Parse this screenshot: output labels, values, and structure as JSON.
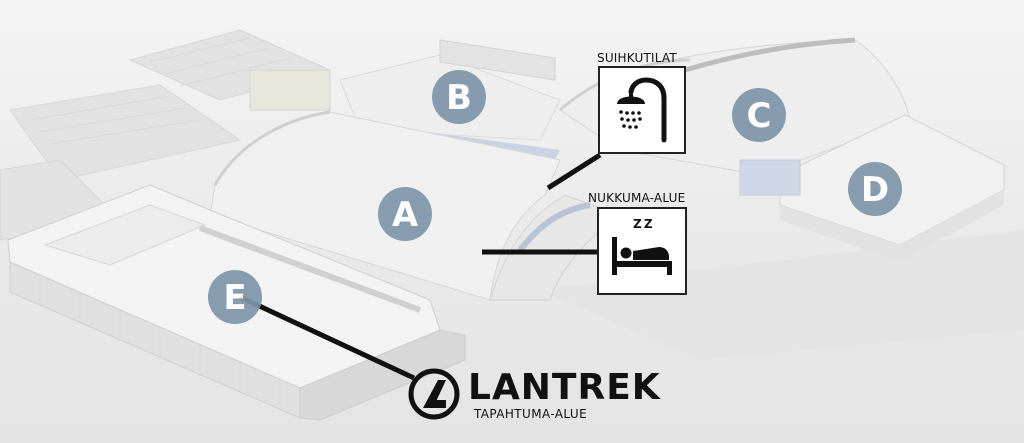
{
  "zones": [
    "A",
    "B",
    "C",
    "D",
    "E"
  ],
  "callouts": {
    "shower": {
      "label": "SUIHKUTILAT",
      "icon": "shower-icon"
    },
    "sleep": {
      "label": "NUKKUMA-ALUE",
      "icon": "bed-icon",
      "zzz": "Z Z"
    }
  },
  "logo": {
    "name": "LANTREK",
    "subtitle": "TAPAHTUMA-ALUE"
  },
  "colors": {
    "zone_marker": "#7f95aa",
    "callout_line": "#111111",
    "icon_border": "#222222",
    "building": "#f1f1f1",
    "ground": "#e6e6e6"
  }
}
